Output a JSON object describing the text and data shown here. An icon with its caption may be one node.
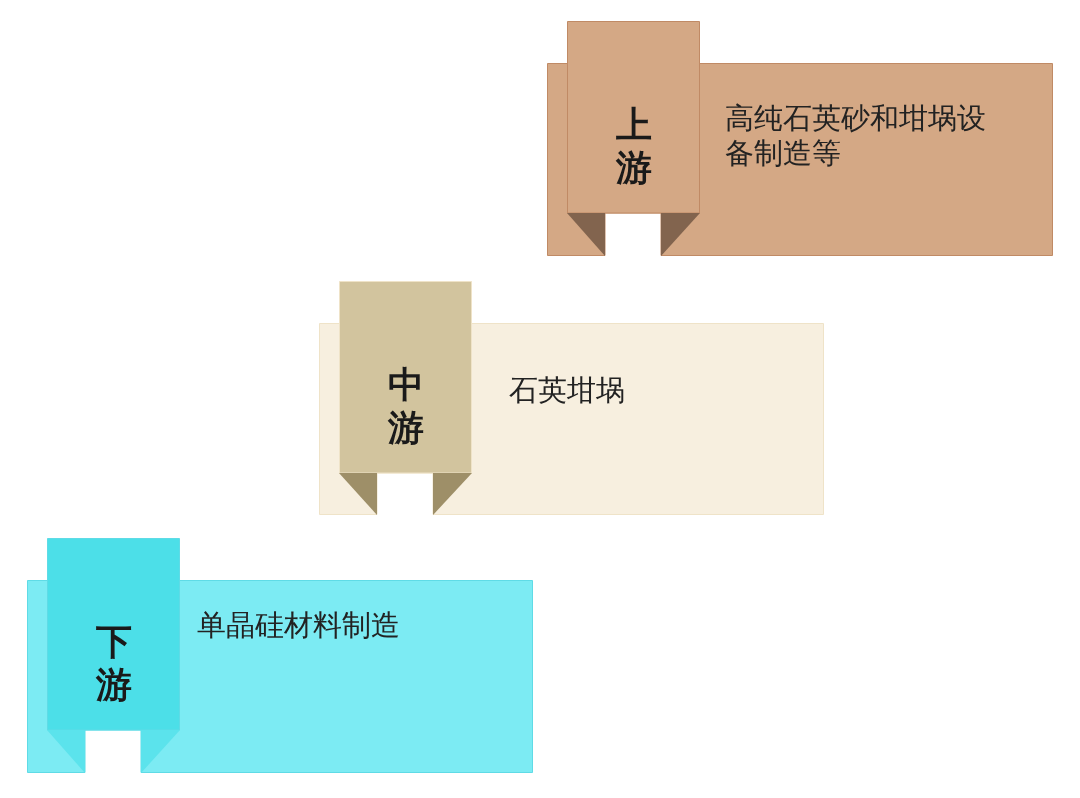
{
  "diagram": {
    "nodes": [
      {
        "text": [
          "上游"
        ]
      },
      {
        "text": [
          "高纯石英砂和坩埚设备制造等"
        ]
      },
      {
        "text": [
          "中游"
        ]
      },
      {
        "text": [
          "石英坩埚"
        ]
      },
      {
        "text": [
          "下游"
        ]
      },
      {
        "text": [
          "单晶硅材料制造"
        ]
      }
    ]
  }
}
